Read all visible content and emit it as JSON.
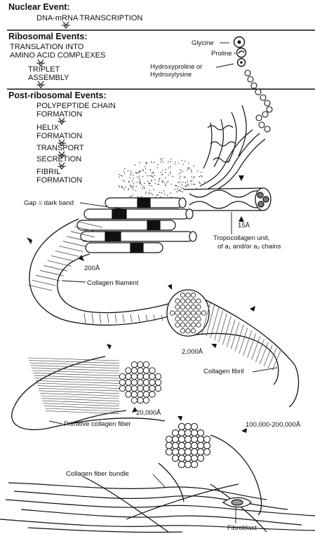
{
  "nuclear": {
    "heading": "Nuclear Event:",
    "step": "DNA-mRNA TRANSCRIPTION"
  },
  "ribosomal": {
    "heading": "Ribosomal Events:",
    "step1_line1": "TRANSLATION INTO",
    "step1_line2": "AMINO ACID COMPLEXES",
    "step2_line1": "TRIPLET",
    "step2_line2": "ASSEMBLY",
    "amino_glycine": "Glycine",
    "amino_proline": "Proline",
    "amino_hydroxy_line1": "Hydroxyproline or",
    "amino_hydroxy_line2": "Hydroxylysine"
  },
  "post": {
    "heading": "Post-ribosomal Events:",
    "s1_line1": "POLYPEPTIDE CHAIN",
    "s1_line2": "FORMATION",
    "s2_line1": "HELIX",
    "s2_line2": "FORMATION",
    "s3": "TRANSPORT",
    "s4": "SECRETION",
    "s5_line1": "FIBRIL",
    "s5_line2": "FORMATION"
  },
  "labels": {
    "gap": "Gap = dark band",
    "dim_15": "15Å",
    "tropo_line1": "Tropocollagen unit,",
    "tropo_line2": "of a₁ and/or a₂ chains",
    "dim_200": "200Å",
    "collagen_filament": "Collagen filament",
    "dim_2000": "2,000Å",
    "collagen_fibril": "Collagen fibril",
    "dim_20000": "20,000Å",
    "primitive_fiber": "Primitive collagen fiber",
    "dim_100000": "100,000-200,000Å",
    "fiber_bundle": "Collagen fiber bundle",
    "fibroblast": "Fibroblast"
  }
}
